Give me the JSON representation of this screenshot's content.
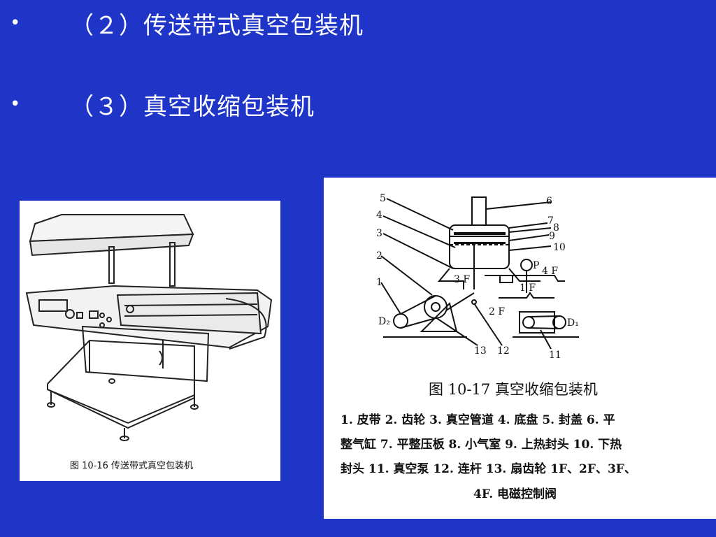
{
  "bullets": [
    {
      "dot": "•",
      "text": "（２）传送带式真空包装机"
    },
    {
      "dot": "•",
      "text": "（３）真空收缩包装机"
    }
  ],
  "left_figure": {
    "caption": "图 10-16   传送带式真空包装机"
  },
  "right_figure": {
    "title": "图 10-17   真空收缩包装机",
    "legend_lines": [
      "1. 皮带   2. 齿轮   3. 真空管道   4. 底盘   5. 封盖   6. 平",
      "整气缸   7. 平整压板   8. 小气室   9. 上热封头   10. 下热",
      "封头   11. 真空泵   12. 连杆   13. 扇齿轮   1F、2F、3F、",
      "4F. 电磁控制阀"
    ],
    "part_labels": [
      "1",
      "2",
      "3",
      "4",
      "5",
      "6",
      "7",
      "8",
      "9",
      "10",
      "11",
      "12",
      "13"
    ],
    "valve_labels": [
      "1 F",
      "2 F",
      "3 F",
      "4 F",
      "P"
    ],
    "motor_labels": [
      "D₂",
      "D₁"
    ]
  },
  "colors": {
    "background": "#1e35c8",
    "text": "#ffffff"
  }
}
